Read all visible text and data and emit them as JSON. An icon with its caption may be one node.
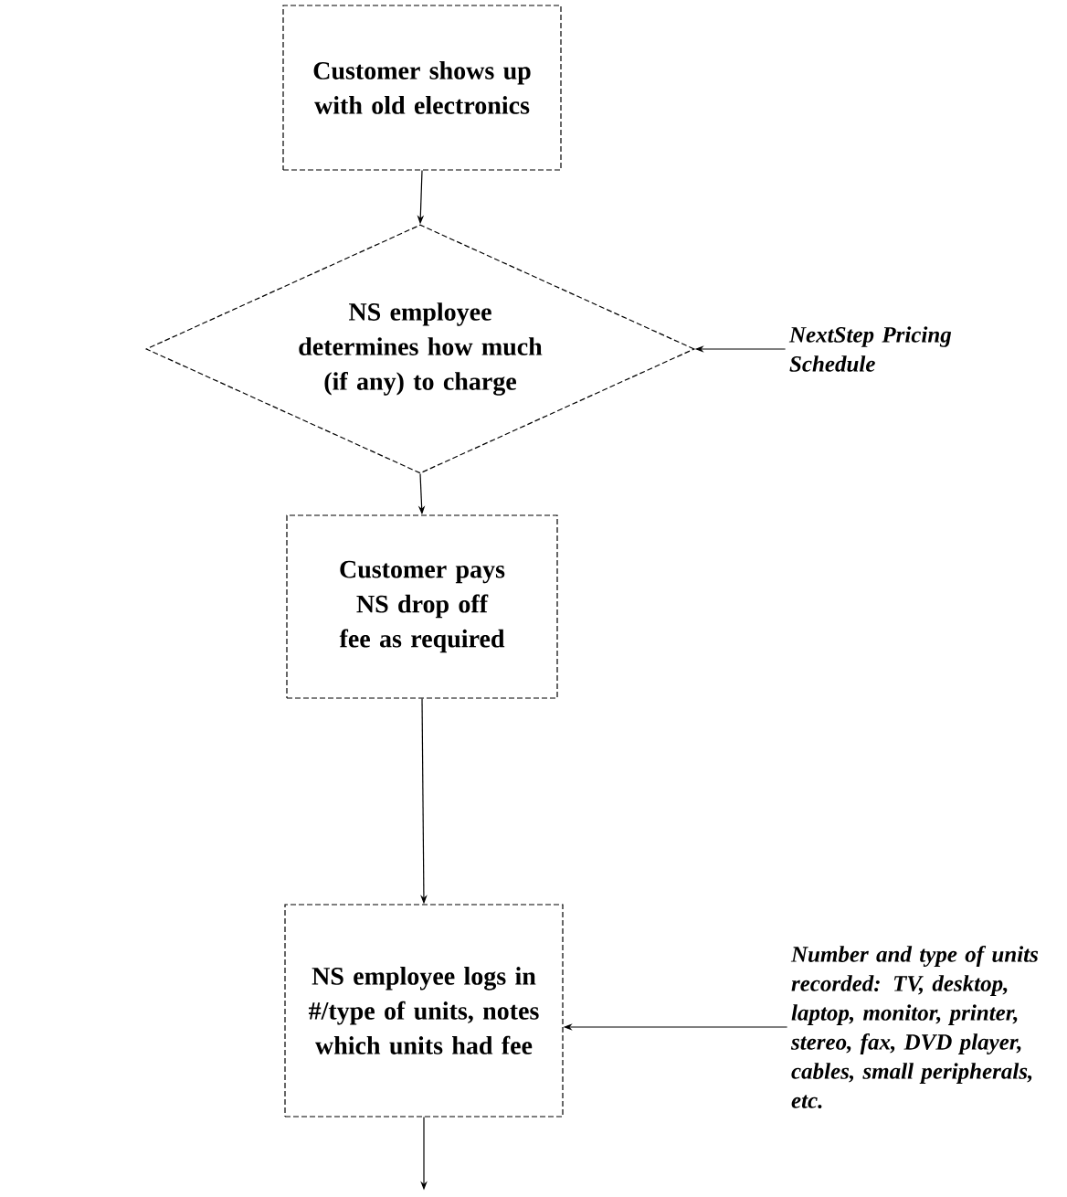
{
  "diagram": {
    "nodes": [
      {
        "text": [
          "Customer shows up with old electronics"
        ]
      },
      {
        "text": [
          "NS employee determines how much (if any) to charge"
        ]
      },
      {
        "text": [
          "Customer pays NS drop off fee as required"
        ]
      },
      {
        "text": [
          "NS employee logs in #/type of units, notes which units had fee"
        ]
      },
      {
        "text": [
          "NextStep Pricing Schedule"
        ]
      },
      {
        "text": [
          "Number and type of units recorded: TV, desktop, laptop, monitor, printer, stereo, fax, DVD player, cables, small peripherals, etc."
        ]
      }
    ],
    "edges": [
      {
        "from": 0,
        "to": 1,
        "arrow": "to"
      },
      {
        "from": 1,
        "to": 2,
        "arrow": "to"
      },
      {
        "from": 2,
        "to": 3,
        "arrow": "to"
      },
      {
        "from": 4,
        "to": 1,
        "arrow": "to"
      },
      {
        "from": 5,
        "to": 3,
        "arrow": "to"
      },
      {
        "from": 3,
        "to": null,
        "arrow": "to"
      }
    ]
  }
}
